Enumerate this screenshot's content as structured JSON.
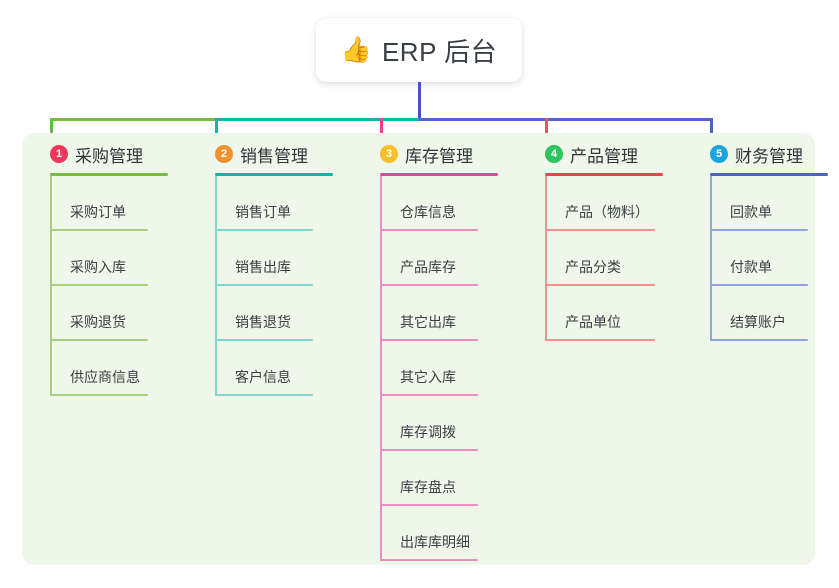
{
  "root": {
    "icon": "thumbs-up-icon",
    "icon_glyph": "👍",
    "title": "ERP 后台"
  },
  "panel": {
    "background": "#eef7e9"
  },
  "connector": {
    "trunk_color": "#4a52c8",
    "bar_segments": [
      {
        "color": "#77bb41"
      },
      {
        "color": "#11b5a8"
      },
      {
        "color": "#5a5ed4"
      }
    ]
  },
  "columns": [
    {
      "number": "1",
      "title": "采购管理",
      "badge_color": "#f0365a",
      "line_color": "#77bb41",
      "light_line_color": "#a8ce7c",
      "drop_color": "#5fbb46",
      "header_rule_width": 118,
      "item_rule_width": 98,
      "items": [
        {
          "label": "采购订单"
        },
        {
          "label": "采购入库"
        },
        {
          "label": "采购退货"
        },
        {
          "label": "供应商信息"
        }
      ]
    },
    {
      "number": "2",
      "title": "销售管理",
      "badge_color": "#f0912d",
      "line_color": "#11b5a8",
      "light_line_color": "#7fd6ce",
      "drop_color": "#11b5a8",
      "header_rule_width": 118,
      "item_rule_width": 98,
      "items": [
        {
          "label": "销售订单"
        },
        {
          "label": "销售出库"
        },
        {
          "label": "销售退货"
        },
        {
          "label": "客户信息"
        }
      ]
    },
    {
      "number": "3",
      "title": "库存管理",
      "badge_color": "#f5c02a",
      "line_color": "#e8429a",
      "light_line_color": "#ee8ec0",
      "drop_color": "#ee3f8f",
      "header_rule_width": 118,
      "item_rule_width": 98,
      "items": [
        {
          "label": "仓库信息"
        },
        {
          "label": "产品库存"
        },
        {
          "label": "其它出库"
        },
        {
          "label": "其它入库"
        },
        {
          "label": "库存调拨"
        },
        {
          "label": "库存盘点"
        },
        {
          "label": "出库库明细"
        }
      ]
    },
    {
      "number": "4",
      "title": "产品管理",
      "badge_color": "#2ec45f",
      "line_color": "#f0404a",
      "light_line_color": "#f4908d",
      "drop_color": "#f2525a",
      "header_rule_width": 118,
      "item_rule_width": 110,
      "items": [
        {
          "label": "产品（物料）"
        },
        {
          "label": "产品分类"
        },
        {
          "label": "产品单位"
        }
      ]
    },
    {
      "number": "5",
      "title": "财务管理",
      "badge_color": "#1ba5e0",
      "line_color": "#4a63c8",
      "light_line_color": "#8fa4e0",
      "drop_color": "#4a63c8",
      "header_rule_width": 118,
      "item_rule_width": 98,
      "items": [
        {
          "label": "回款单"
        },
        {
          "label": "付款单"
        },
        {
          "label": "结算账户"
        }
      ]
    }
  ]
}
